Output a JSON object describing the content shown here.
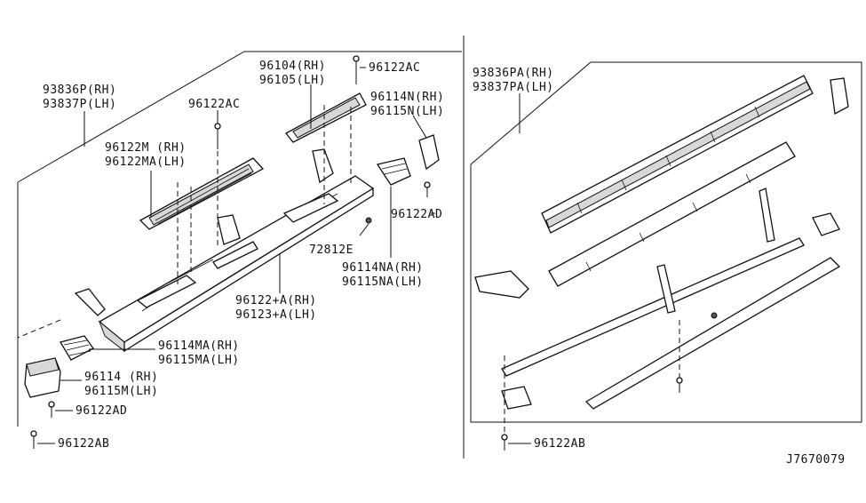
{
  "diagram_id": "J7670079",
  "labels": {
    "l_93836p": "93836P(RH)",
    "l_93837p": "93837P(LH)",
    "l_96122ac_a": "96122AC",
    "l_96104": "96104(RH)",
    "l_96105": "96105(LH)",
    "l_96122ac_b": "96122AC",
    "l_96114n": "96114N(RH)",
    "l_96115n": "96115N(LH)",
    "l_96122m": "96122M (RH)",
    "l_96122ma": "96122MA(LH)",
    "l_96122ad_a": "96122AD",
    "l_72812e": "72812E",
    "l_96114na": "96114NA(RH)",
    "l_96115na": "96115NA(LH)",
    "l_96122a": "96122+A(RH)",
    "l_96123a": "96123+A(LH)",
    "l_96114ma": "96114MA(RH)",
    "l_96115ma": "96115MA(LH)",
    "l_96114": "96114 (RH)",
    "l_96115m": "96115M(LH)",
    "l_96122ad_b": "96122AD",
    "l_96122ab_a": "96122AB",
    "l_93836pa": "93836PA(RH)",
    "l_93837pa": "93837PA(LH)",
    "l_96122ab_b": "96122AB"
  }
}
